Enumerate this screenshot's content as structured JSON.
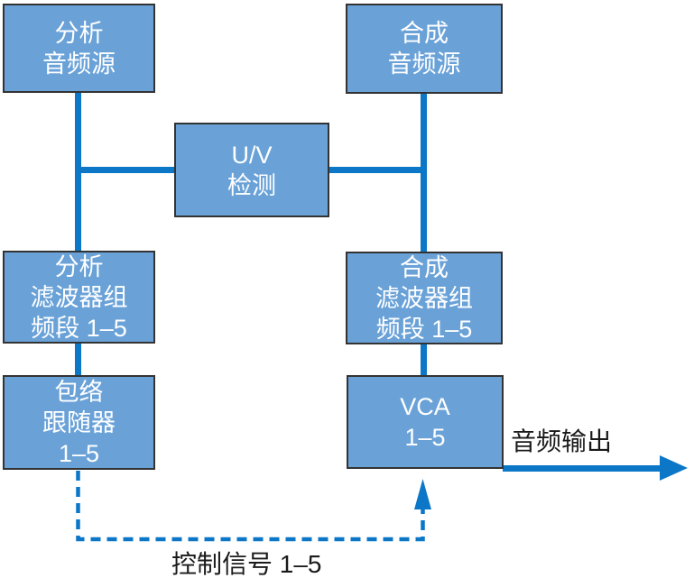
{
  "diagram": {
    "boxes": {
      "analysis_source": {
        "lines": [
          "分析",
          "音频源"
        ]
      },
      "synthesis_source": {
        "lines": [
          "合成",
          "音频源"
        ]
      },
      "uv_detection": {
        "lines": [
          "U/V",
          "检测"
        ]
      },
      "analysis_filterbank": {
        "lines": [
          "分析",
          "滤波器组",
          "频段 1–5"
        ]
      },
      "synthesis_filterbank": {
        "lines": [
          "合成",
          "滤波器组",
          "频段 1–5"
        ]
      },
      "envelope_follower": {
        "lines": [
          "包络",
          "跟随器",
          "1–5"
        ]
      },
      "vca": {
        "lines": [
          "VCA",
          "1–5"
        ]
      }
    },
    "labels": {
      "audio_output": "音频输出",
      "control_signal": "控制信号 1–5"
    }
  },
  "colors": {
    "box_fill": "#6AA2D8",
    "box_border": "#333333",
    "connector": "#0C77C7",
    "box_text": "#FFFFFF",
    "label_text": "#1A1A1A",
    "background": "#FFFFFF"
  }
}
